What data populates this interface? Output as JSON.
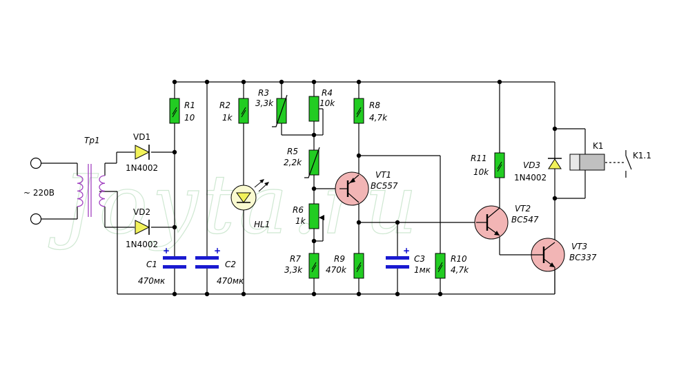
{
  "watermark": "Joyta.ru",
  "mains_label": "~ 220В",
  "components": {
    "tr1": {
      "ref": "Тр1"
    },
    "vd1": {
      "ref": "VD1",
      "value": "1N4002"
    },
    "vd2": {
      "ref": "VD2",
      "value": "1N4002"
    },
    "vd3": {
      "ref": "VD3",
      "value": "1N4002"
    },
    "r1": {
      "ref": "R1",
      "value": "10"
    },
    "r2": {
      "ref": "R2",
      "value": "1k"
    },
    "r3": {
      "ref": "R3",
      "value": "3,3k"
    },
    "r4": {
      "ref": "R4",
      "value": "10k"
    },
    "r5": {
      "ref": "R5",
      "value": "2,2k"
    },
    "r6": {
      "ref": "R6",
      "value": "1k"
    },
    "r7": {
      "ref": "R7",
      "value": "3,3k"
    },
    "r8": {
      "ref": "R8",
      "value": "4,7k"
    },
    "r9": {
      "ref": "R9",
      "value": "470k"
    },
    "r10": {
      "ref": "R10",
      "value": "4,7k"
    },
    "r11": {
      "ref": "R11",
      "value": "10k"
    },
    "c1": {
      "ref": "C1",
      "value": "470мк"
    },
    "c2": {
      "ref": "C2",
      "value": "470мк"
    },
    "c3": {
      "ref": "C3",
      "value": "1мк"
    },
    "hl1": {
      "ref": "HL1"
    },
    "vt1": {
      "ref": "VT1",
      "value": "BC557"
    },
    "vt2": {
      "ref": "VT2",
      "value": "BC547"
    },
    "vt3": {
      "ref": "VT3",
      "value": "BC337"
    },
    "k1": {
      "ref": "K1",
      "contact": "K1.1"
    }
  },
  "colors": {
    "resistor": "#22cc22",
    "transistor": "#f2b5b5",
    "diode": "#f2f25a",
    "capacitor": "#1a1ad0",
    "transformer_winding": "#a040c0",
    "watermark": "#cfe8d2"
  }
}
